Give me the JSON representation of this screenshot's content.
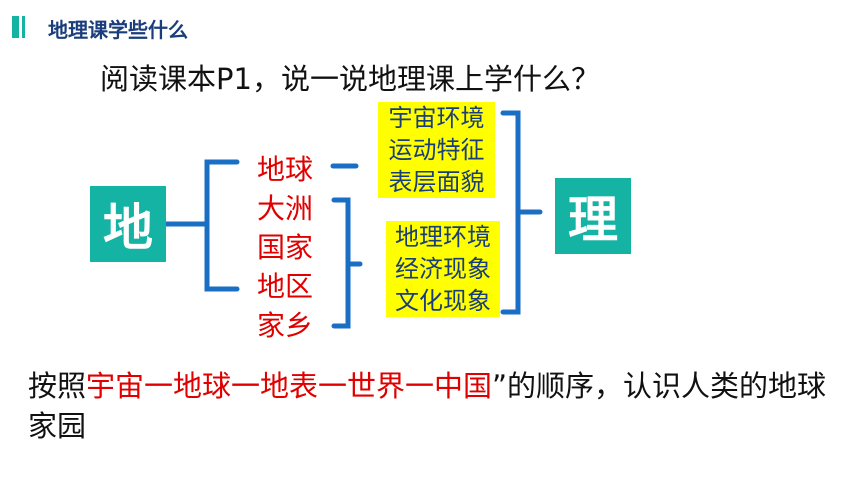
{
  "header": {
    "title": "地理课学些什么"
  },
  "question": "阅读课本P1，说一说地理课上学什么？",
  "diagram": {
    "left_char": "地",
    "right_char": "理",
    "scales": [
      "地球",
      "大洲",
      "国家",
      "地区",
      "家乡"
    ],
    "earth_topics": [
      "宇宙环境",
      "运动特征",
      "表层面貌"
    ],
    "region_topics": [
      "地理环境",
      "经济现象",
      "文化现象"
    ]
  },
  "conclusion": {
    "prefix": "按照",
    "highlight": "宇宙一地球一地表一世界一中国",
    "suffix": "”的顺序，认识人类的地球家园"
  },
  "colors": {
    "accent": "#14b3a3",
    "bracket": "#1a6fc4",
    "highlight_bg": "#ffff00",
    "red": "#e00000",
    "title": "#1a3d7c"
  }
}
